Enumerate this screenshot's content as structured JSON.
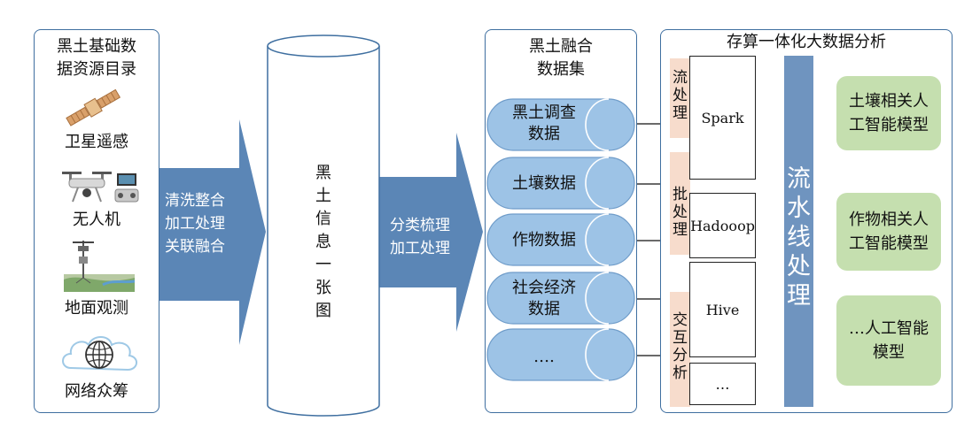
{
  "sources": {
    "title_lines": [
      "黑土基础数",
      "据资源目录"
    ],
    "items": [
      {
        "label": "卫星遥感",
        "icon": "satellite-icon"
      },
      {
        "label": "无人机",
        "icon": "drone-icon"
      },
      {
        "label": "地面观测",
        "icon": "ground-station-icon"
      },
      {
        "label": "网络众筹",
        "icon": "globe-cloud-icon"
      }
    ]
  },
  "arrow1": {
    "lines": [
      "清洗整合",
      "加工处理",
      "关联融合"
    ]
  },
  "cylinder": {
    "chars": [
      "黑",
      "土",
      "信",
      "息",
      "一",
      "张",
      "图"
    ]
  },
  "arrow2": {
    "lines": [
      "分类梳理",
      "加工处理"
    ]
  },
  "datasets": {
    "title_lines": [
      "黑土融合",
      "数据集"
    ],
    "items": [
      {
        "lines": [
          "黑土调查",
          "数据"
        ]
      },
      {
        "lines": [
          "土壤数据"
        ]
      },
      {
        "lines": [
          "作物数据"
        ]
      },
      {
        "lines": [
          "社会经济",
          "数据"
        ]
      },
      {
        "lines": [
          "…."
        ]
      }
    ]
  },
  "analysis": {
    "title": "存算一体化大数据分析",
    "modes": [
      {
        "chars": [
          "流",
          "处",
          "理"
        ]
      },
      {
        "chars": [
          "批",
          "处",
          "理"
        ]
      },
      {
        "chars": [
          "交",
          "互",
          "分",
          "析"
        ]
      }
    ],
    "engines": [
      "Spark",
      "Hadooop",
      "Hive",
      "…"
    ],
    "pipeline_chars": [
      "流",
      "水",
      "线",
      "处",
      "理"
    ],
    "models": [
      {
        "lines": [
          "土壤相关人",
          "工智能模型"
        ]
      },
      {
        "lines": [
          "作物相关人",
          "工智能模型"
        ]
      },
      {
        "lines": [
          "…人工智能",
          "模型"
        ]
      }
    ]
  },
  "colors": {
    "panel_border": "#3f6fa0",
    "arrow": "#5b86b6",
    "pill": "#9dc3e6",
    "pipeline": "#6f94bf",
    "mode": "#f7dccc",
    "model": "#c5dfaf"
  }
}
